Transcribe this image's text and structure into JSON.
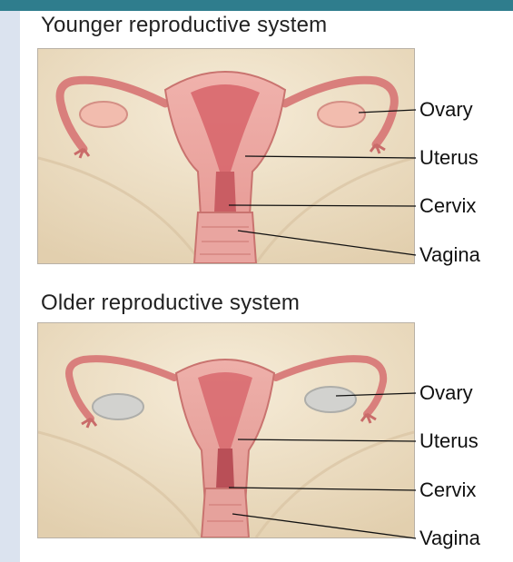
{
  "panels": [
    {
      "title": "Younger reproductive system",
      "labels": {
        "ovary": "Ovary",
        "uterus": "Uterus",
        "cervix": "Cervix",
        "vagina": "Vagina"
      },
      "ovary_color": "#f2bcae"
    },
    {
      "title": "Older reproductive system",
      "labels": {
        "ovary": "Ovary",
        "uterus": "Uterus",
        "cervix": "Cervix",
        "vagina": "Vagina"
      },
      "ovary_color": "#d2d2cf"
    }
  ],
  "colors": {
    "header_bar": "#2f7d8d",
    "page_background": "#dbe3ef",
    "background_skin": "#efe2c9",
    "tissue": "#e9a5a0",
    "tissue_dark": "#c9736f",
    "lining": "#d7646a",
    "leader_line": "#111111"
  }
}
